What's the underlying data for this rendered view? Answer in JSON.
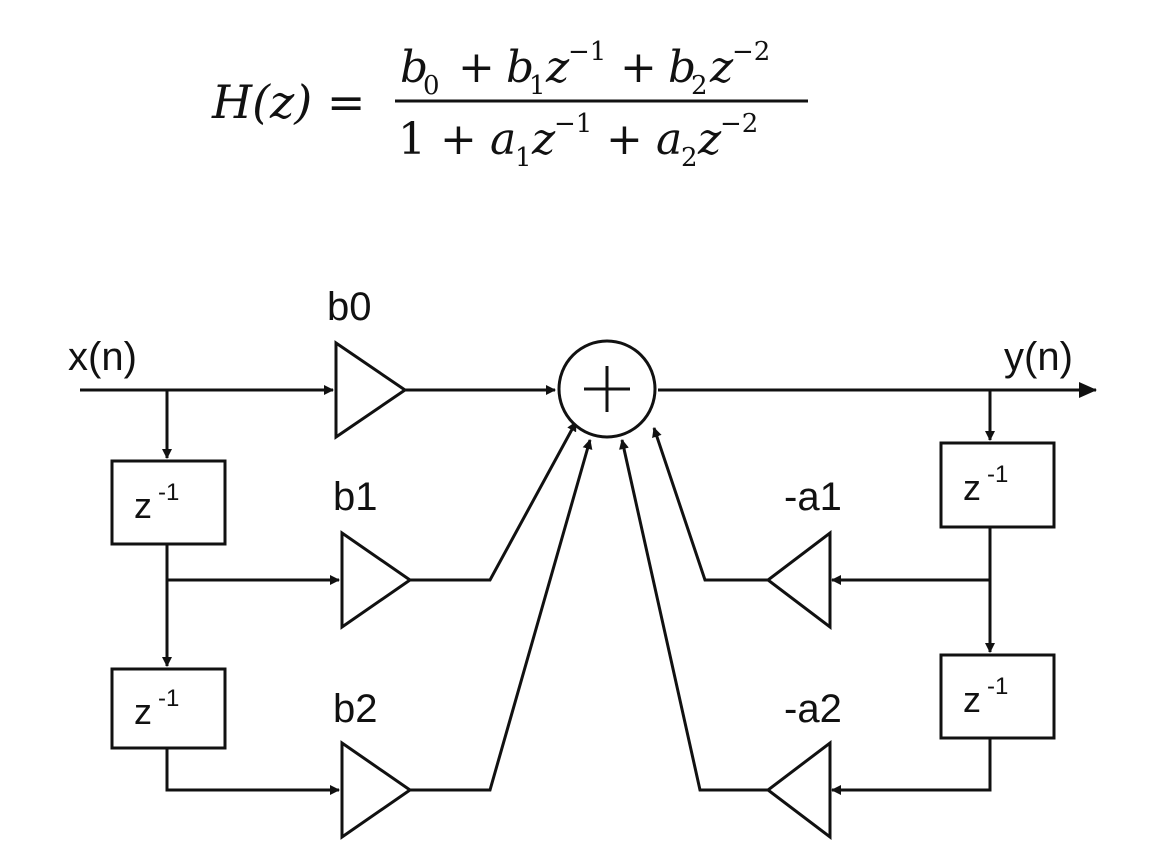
{
  "formula": {
    "lhs": "H(z) =",
    "numerator": {
      "terms": [
        {
          "coef": "b",
          "sub": "0",
          "z": "",
          "exp": ""
        },
        {
          "coef": "b",
          "sub": "1",
          "z": "z",
          "exp": "−1"
        },
        {
          "coef": "b",
          "sub": "2",
          "z": "z",
          "exp": "−2"
        }
      ]
    },
    "denominator": {
      "lead": "1",
      "terms": [
        {
          "coef": "a",
          "sub": "1",
          "z": "z",
          "exp": "−1"
        },
        {
          "coef": "a",
          "sub": "2",
          "z": "z",
          "exp": "−2"
        }
      ]
    },
    "plus": "+"
  },
  "diagram": {
    "input_label": "x(n)",
    "output_label": "y(n)",
    "gains": {
      "b0": "b0",
      "b1": "b1",
      "b2": "b2",
      "neg_a1": "-a1",
      "neg_a2": "-a2"
    },
    "delay": {
      "base": "z",
      "exp": "-1"
    },
    "summer_symbol": "+"
  }
}
